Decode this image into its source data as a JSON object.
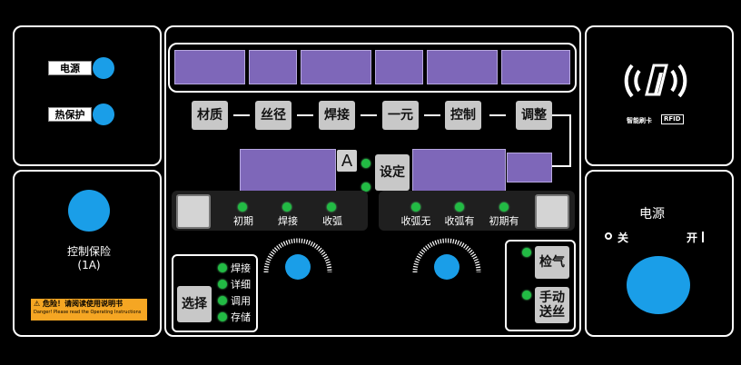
{
  "left_panel": {
    "power_label": "电源",
    "thermal_label": "热保护",
    "fuse_label": "控制保险",
    "fuse_rating": "(1A)",
    "warning_line1": "⚠ 危险！请阅读使用说明书",
    "warning_line2": "Danger! Please read the Operating Instructions"
  },
  "center_panel": {
    "params": [
      "材质",
      "丝径",
      "焊接",
      "一元",
      "控制",
      "调整"
    ],
    "ampere_label": "A",
    "set_label": "设定",
    "left_indicators": [
      "初期",
      "焊接",
      "收弧"
    ],
    "right_indicators": [
      "收弧无",
      "收弧有",
      "初期有"
    ],
    "select_label": "选择",
    "select_options": [
      "焊接",
      "详细",
      "调用",
      "存储"
    ],
    "gas_check_label": "检气",
    "manual_feed_label_line1": "手动",
    "manual_feed_label_line2": "送丝"
  },
  "right_panel": {
    "card_label": "智能刷卡",
    "rfid_label": "RFID",
    "power_title": "电源",
    "off_label": "关",
    "on_label": "开"
  },
  "colors": {
    "lcd": "#7e67b9",
    "led_blue": "#1a9ee8",
    "led_green": "#22bb44",
    "warning": "#f5a623"
  }
}
